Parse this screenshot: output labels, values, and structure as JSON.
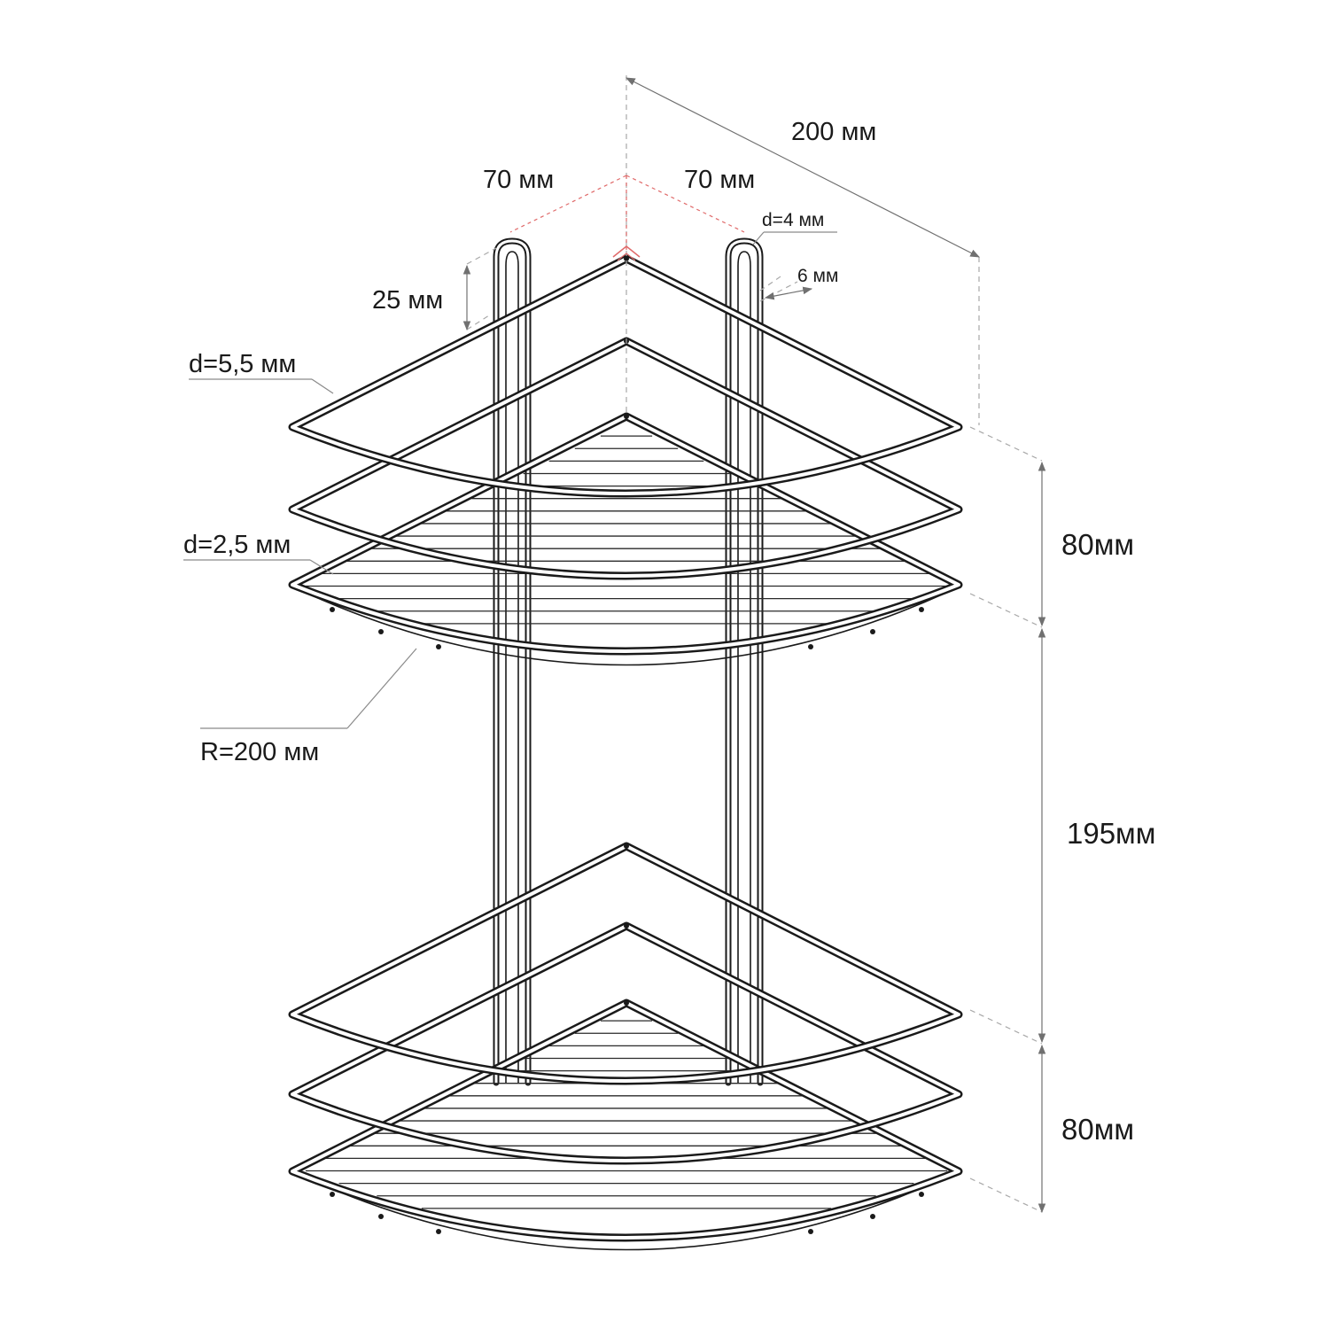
{
  "labels": {
    "total_depth": "200 мм",
    "side_left": "70 мм",
    "side_right": "70 мм",
    "hook_wire": "d=4 мм",
    "hook_gap": "6 мм",
    "hook_height": "25 мм",
    "rim_wire": "d=5,5 мм",
    "slat_wire": "d=2,5 мм",
    "radius": "R=200 мм",
    "top_shelf_height": "80мм",
    "between_shelves": "195мм",
    "bottom_shelf_height": "80мм"
  },
  "colors": {
    "ink": "#1a1a1a",
    "dimension_line": "#707070",
    "extension_line": "#a8a8a8",
    "corner_marker": "#e06a6a",
    "background": "#ffffff"
  }
}
